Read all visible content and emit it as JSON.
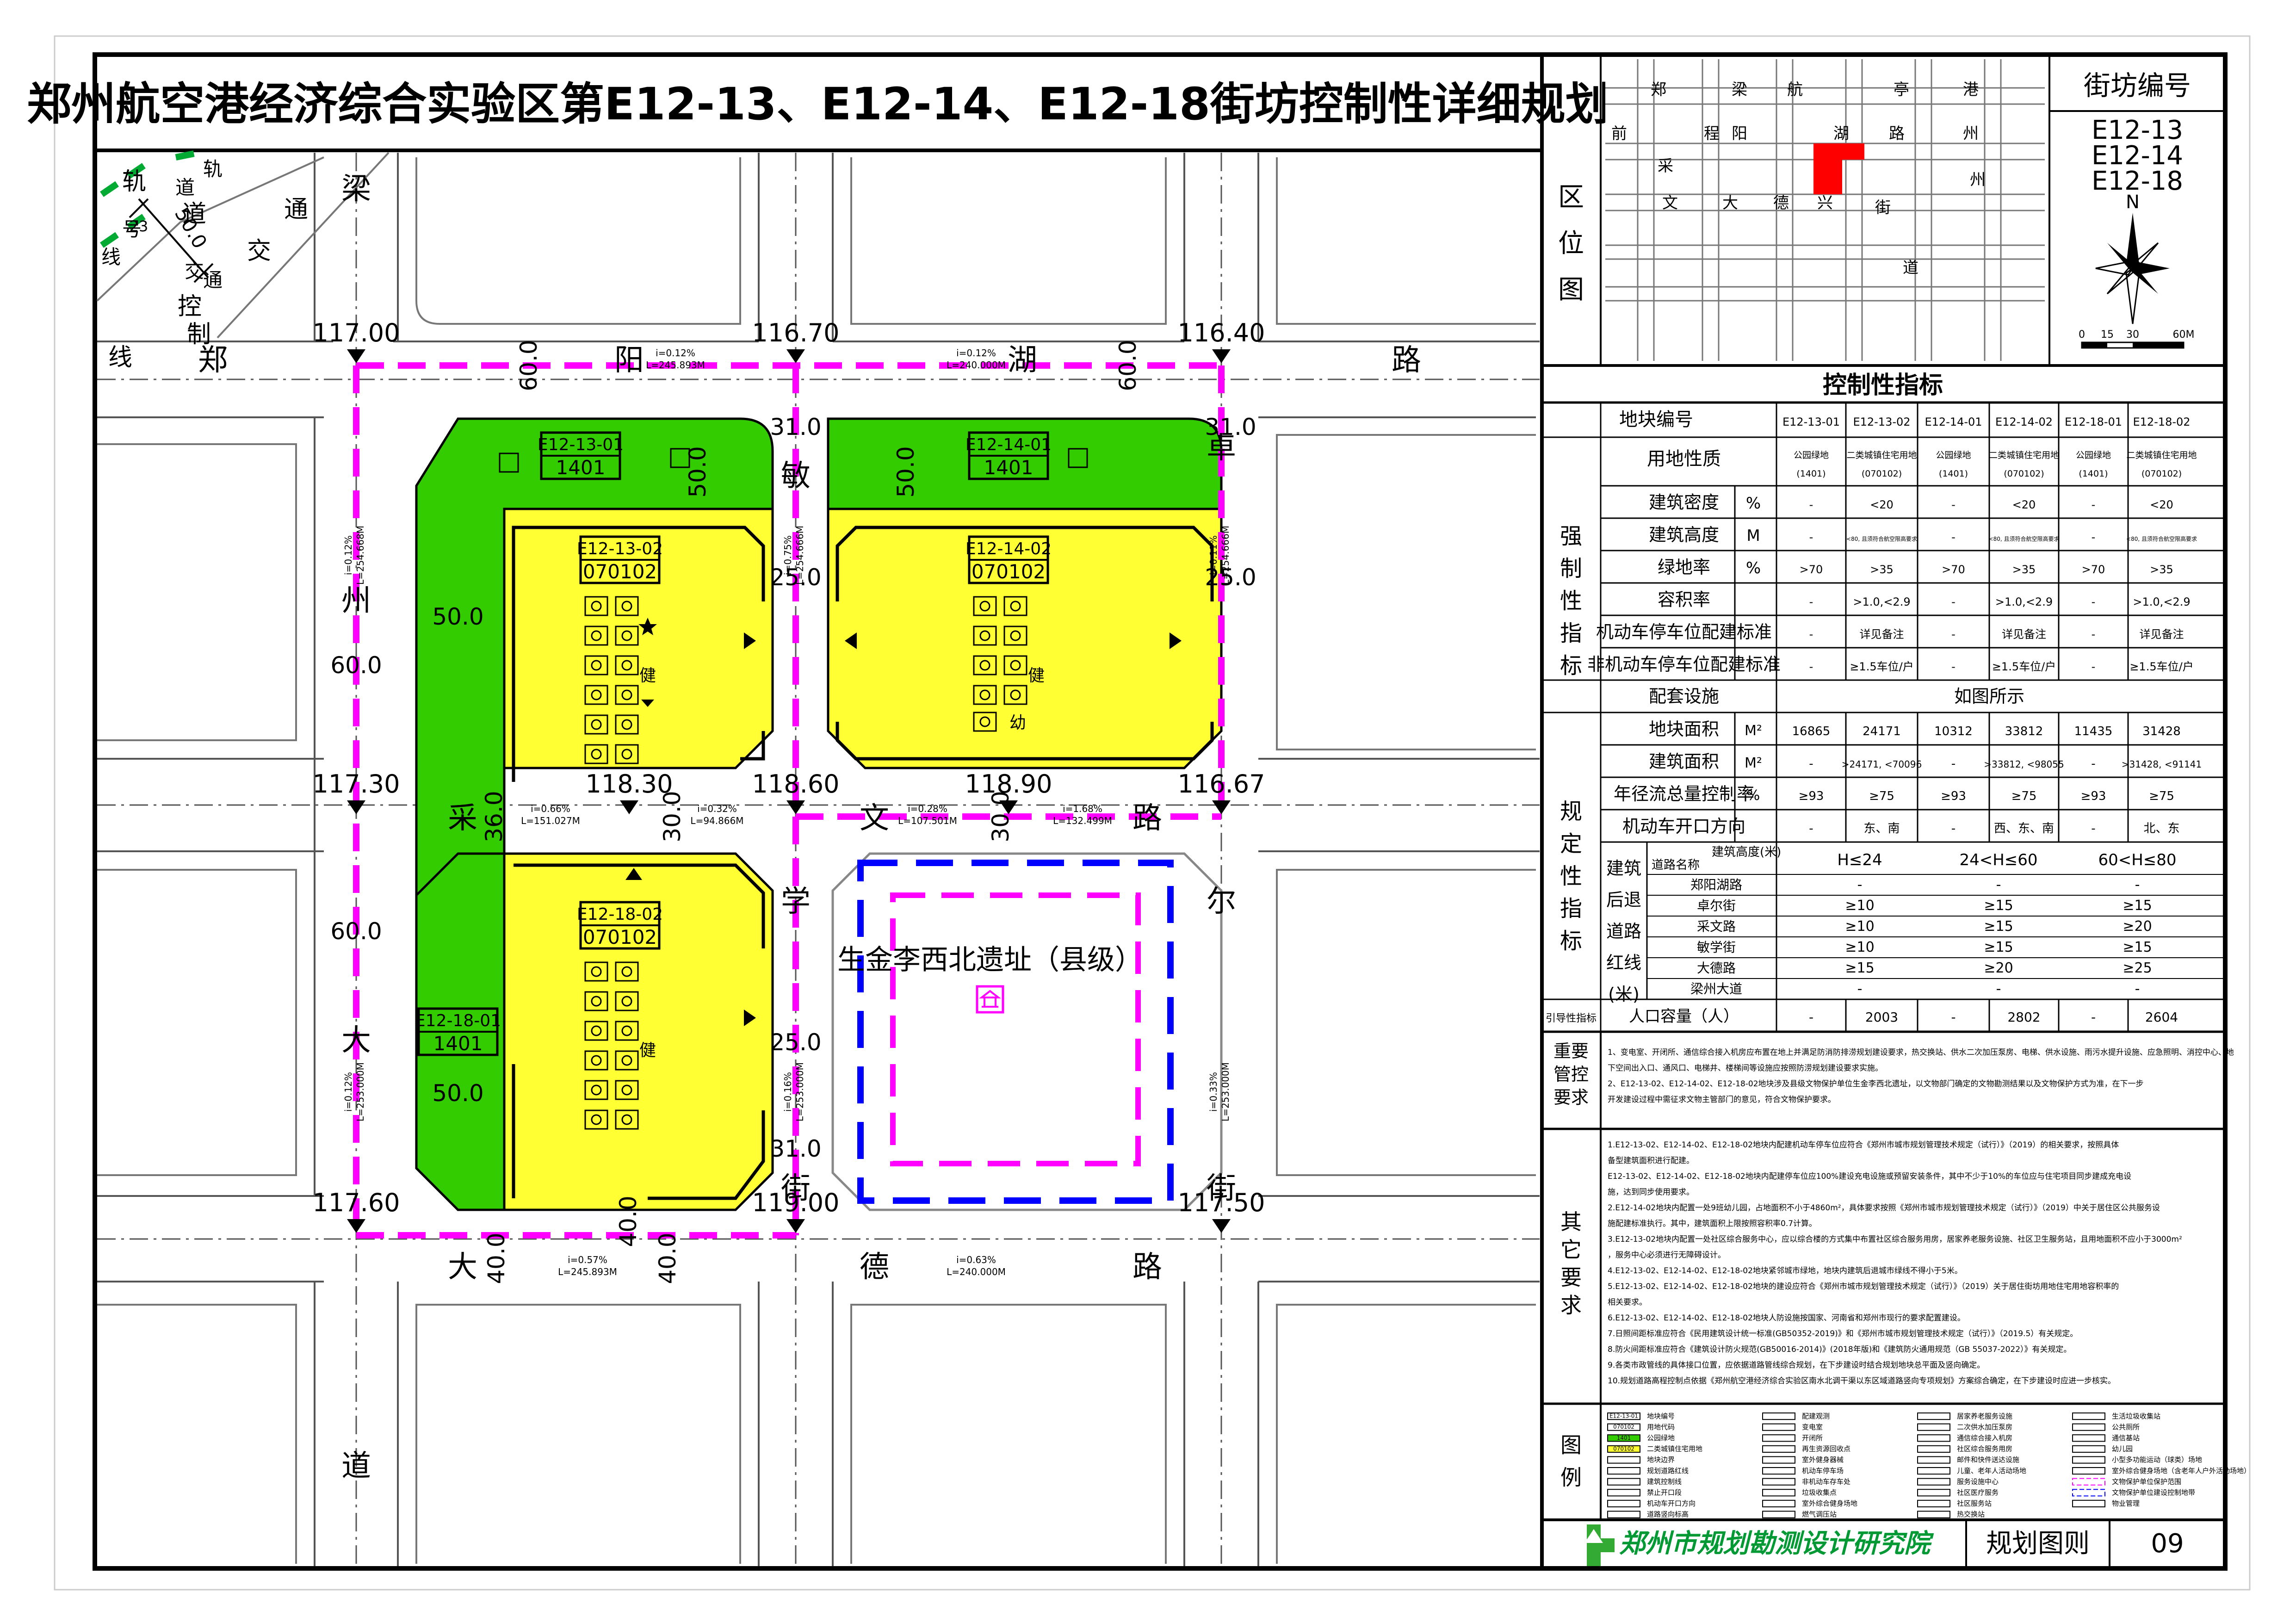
{
  "title": "郑州航空港经济综合实验区第E12-13、E12-14、E12-18街坊控制性详细规划",
  "colors": {
    "park": "#33cc00",
    "residential": "#ffff33",
    "road_red": "#ff00ff",
    "heritage_blue": "#0000ff",
    "block_red": "#ff0000",
    "frame": "#000000"
  },
  "road_names": {
    "yanghu": [
      "阳",
      "湖",
      "路"
    ],
    "caiwen": [
      "采",
      "文",
      "路"
    ],
    "dade": [
      "大",
      "德",
      "路"
    ],
    "zhouda": [
      "州",
      "大",
      "道"
    ],
    "liangzhou": [
      "梁"
    ],
    "yuer": [
      "卓",
      "尔",
      "街"
    ],
    "minxue": [
      "敏",
      "学",
      "街"
    ],
    "zhengmin": [
      "郑"
    ],
    "rail": [
      "轨",
      "道",
      "交",
      "通",
      "控",
      "制",
      "线"
    ],
    "rail_small": [
      "轨",
      "道",
      "交",
      "通",
      "号",
      "线"
    ]
  },
  "rail_dims": [
    "23",
    "50.0"
  ],
  "elevations": [
    "117.00",
    "116.70",
    "116.40",
    "117.30",
    "118.30",
    "118.60",
    "118.90",
    "116.67",
    "117.60",
    "119.00",
    "117.50"
  ],
  "setbacks": [
    "60.0",
    "60.0",
    "31.0",
    "31.0",
    "50.0",
    "50.0",
    "25.0",
    "25.0",
    "50.0",
    "60.0",
    "60.0",
    "36.0",
    "30.0",
    "30.0",
    "25.0",
    "31.0",
    "50.0",
    "40.0",
    "40.0",
    "40.0"
  ],
  "slopes": [
    {
      "i": "i=0.12%",
      "L": "L=245.893M"
    },
    {
      "i": "i=0.12%",
      "L": "L=240.000M"
    },
    {
      "i": "i=0.66%",
      "L": "L=151.027M"
    },
    {
      "i": "i=0.32%",
      "L": "L=94.866M"
    },
    {
      "i": "i=0.28%",
      "L": "L=107.501M"
    },
    {
      "i": "i=1.68%",
      "L": "L=132.499M"
    },
    {
      "i": "i=0.57%",
      "L": "L=245.893M"
    },
    {
      "i": "i=0.63%",
      "L": "L=240.000M"
    },
    {
      "i": "i=0.12%",
      "L": "L=254.668M"
    },
    {
      "i": "i=0.75%",
      "L": "L=254.666M"
    },
    {
      "i": "i=0.11%",
      "L": "L=254.666M"
    },
    {
      "i": "i=0.12%",
      "L": "L=253.000M"
    },
    {
      "i": "i=0.16%",
      "L": "L=253.000M"
    },
    {
      "i": "i=0.33%",
      "L": "L=253.000M"
    }
  ],
  "parcels": [
    {
      "id": "E12-13-01",
      "code": "1401"
    },
    {
      "id": "E12-13-02",
      "code": "070102"
    },
    {
      "id": "E12-14-01",
      "code": "1401"
    },
    {
      "id": "E12-14-02",
      "code": "070102"
    },
    {
      "id": "E12-18-01",
      "code": "1401"
    },
    {
      "id": "E12-18-02",
      "code": "070102"
    }
  ],
  "facility_text": [
    "健",
    "健",
    "健",
    "幼"
  ],
  "facility_icons": [
    "parking-icon",
    "store-icon",
    "cycle-icon",
    "star-icon",
    "triangle-down-icon",
    "triangle-right-icon",
    "kindergarten-icon"
  ],
  "heritage": {
    "name": "生金李西北遗址（县级）"
  },
  "location": {
    "section": [
      "区",
      "位",
      "图"
    ],
    "label": "街坊编号",
    "codes": [
      "E12-13",
      "E12-14",
      "E12-18"
    ],
    "map_chars": [
      "郑",
      "梁",
      "航",
      "亭",
      "港",
      "前",
      "程",
      "阳",
      "湖",
      "路",
      "州",
      "采",
      "文",
      "大",
      "德",
      "兴",
      "街",
      "道",
      "州"
    ],
    "north": "N",
    "scale": [
      "0",
      "15",
      "30",
      "60M"
    ]
  },
  "indicator_table": {
    "heading": "控制性指标",
    "col_head": "地块编号",
    "columns": [
      "E12-13-01",
      "E12-13-02",
      "E12-14-01",
      "E12-14-02",
      "E12-18-01",
      "E12-18-02"
    ],
    "sections": {
      "mandatory": [
        "强",
        "制",
        "性",
        "指",
        "标"
      ],
      "normative": [
        "规",
        "定",
        "性",
        "指",
        "标"
      ]
    },
    "land_use": {
      "label": "用地性质",
      "values": [
        "公园绿地",
        "二类城镇住宅用地",
        "公园绿地",
        "二类城镇住宅用地",
        "公园绿地",
        "二类城镇住宅用地"
      ],
      "codes": [
        "(1401)",
        "(070102)",
        "(1401)",
        "(070102)",
        "(1401)",
        "(070102)"
      ]
    },
    "rows": [
      {
        "label": "建筑密度",
        "unit": "%",
        "values": [
          "-",
          "<20",
          "-",
          "<20",
          "-",
          "<20"
        ]
      },
      {
        "label": "建筑高度",
        "unit": "M",
        "values": [
          "-",
          "<80, 且须符合航空限高要求",
          "-",
          "<80, 且须符合航空限高要求",
          "-",
          "<80, 且须符合航空限高要求"
        ]
      },
      {
        "label": "绿地率",
        "unit": "%",
        "values": [
          ">70",
          ">35",
          ">70",
          ">35",
          ">70",
          ">35"
        ]
      },
      {
        "label": "容积率",
        "unit": "",
        "values": [
          "-",
          ">1.0,<2.9",
          "-",
          ">1.0,<2.9",
          "-",
          ">1.0,<2.9"
        ]
      },
      {
        "label": "机动车停车位配建标准",
        "unit": "",
        "values": [
          "-",
          "详见备注",
          "-",
          "详见备注",
          "-",
          "详见备注"
        ]
      },
      {
        "label": "非机动车停车位配建标准",
        "unit": "",
        "values": [
          "-",
          "≥1.5车位/户",
          "-",
          "≥1.5车位/户",
          "-",
          "≥1.5车位/户"
        ]
      }
    ],
    "facilities": {
      "label": "配套设施",
      "value": "如图所示"
    },
    "rows2": [
      {
        "label": "地块面积",
        "unit": "M²",
        "values": [
          "16865",
          "24171",
          "10312",
          "33812",
          "11435",
          "31428"
        ]
      },
      {
        "label": "建筑面积",
        "unit": "M²",
        "values": [
          "-",
          ">24171, <70096",
          "-",
          ">33812, <98055",
          "-",
          ">31428, <91141"
        ]
      },
      {
        "label": "年径流总量控制率",
        "unit": "%",
        "values": [
          "≥93",
          "≥75",
          "≥93",
          "≥75",
          "≥93",
          "≥75"
        ]
      },
      {
        "label": "机动车开口方向",
        "unit": "",
        "values": [
          "-",
          "东、南",
          "-",
          "西、东、南",
          "-",
          "北、东"
        ]
      }
    ],
    "setback": {
      "label": [
        "建筑",
        "后退",
        "道路",
        "红线",
        "(米)"
      ],
      "h_head": "建筑高度(米)",
      "road_head": "道路名称",
      "heights": [
        "H≤24",
        "24<H≤60",
        "60<H≤80"
      ],
      "roads": [
        {
          "name": "郑阳湖路",
          "v": [
            "-",
            "-",
            "-"
          ]
        },
        {
          "name": "卓尔街",
          "v": [
            "≥10",
            "≥15",
            "≥15"
          ]
        },
        {
          "name": "采文路",
          "v": [
            "≥10",
            "≥15",
            "≥20"
          ]
        },
        {
          "name": "敏学街",
          "v": [
            "≥10",
            "≥15",
            "≥15"
          ]
        },
        {
          "name": "大德路",
          "v": [
            "≥15",
            "≥20",
            "≥25"
          ]
        },
        {
          "name": "梁州大道",
          "v": [
            "-",
            "-",
            "-"
          ]
        }
      ]
    },
    "population": {
      "section": "引导性指标",
      "label": "人口容量（人）",
      "values": [
        "-",
        "2003",
        "-",
        "2802",
        "-",
        "2604"
      ]
    }
  },
  "key_control": {
    "label": [
      "重要",
      "管控",
      "要求"
    ],
    "lines": [
      "1、变电室、开闭所、通信综合接入机房应布置在地上并满足防消防排涝规划建设要求，热交换站、供水二次加压泵房、电梯、供水设施、雨污水提升设施、应急照明、消控中心、地下空间出入口、通风口、电梯井、楼梯间等设施应按照防涝规划建设要求实施。",
      "2、E12-13-02、E12-14-02、E12-18-02地块涉及县级文物保护单位生金李西北遗址，以文物部门确定的文物勘测结果以及文物保护方式为准，在下一步开发建设过程中需征求文物主管部门的意见，符合文物保护要求。"
    ]
  },
  "other_req": {
    "label": [
      "其",
      "它",
      "要",
      "求"
    ],
    "lines": [
      "1.E12-13-02、E12-14-02、E12-18-02地块内配建机动车停车位应符合《郑州市城市规划管理技术规定（试行）》（2019）的相关要求，按照具体备型建筑面积进行配建。",
      "E12-13-02、E12-14-02、E12-18-02地块内配建停车位应100%建设充电设施或预留安装条件，其中不少于10%的车位应与住宅项目同步建成充电设施，达到同步使用要求。",
      "2.E12-14-02地块内配置一处9班幼儿园，占地面积不小于4860m²，具体要求按照《郑州市城市规划管理技术规定（试行）》（2019）中关于居住区公共服务设施配建标准执行。其中，建筑面积上限按照容积率0.7计算。",
      "3.E12-13-02地块内配置一处社区综合服务中心，应以综合楼的方式集中布置社区综合服务用房，居家养老服务设施、社区卫生服务站，且用地面积不应小于3000m²，服务中心必须进行无障碍设计。",
      "4.E12-13-02、E12-14-02、E12-18-02地块紧邻城市绿地，地块内建筑后退城市绿线不得小于5米。",
      "5.E12-13-02、E12-14-02、E12-18-02地块的建设应符合《郑州市城市规划管理技术规定（试行）》（2019）关于居住街坊用地住宅用地容积率的相关要求。",
      "6.E12-13-02、E12-14-02、E12-18-02地块人防设施按国家、河南省和郑州市现行的要求配置建设。",
      "7.日照间距标准应符合《民用建筑设计统一标准(GB50352-2019)》和《郑州市城市规划管理技术规定（试行）》（2019.5）有关规定。",
      "8.防火间距标准应符合《建筑设计防火规范(GB50016-2014)》(2018年版)和《建筑防火通用规范（GB 55037-2022）》有关规定。",
      "9.各类市政管线的具体接口位置，应依据道路管线综合规划，在下步建设时结合规划地块总平面及竖向确定。",
      "10.规划道路高程控制点依据《郑州航空港经济综合实验区南水北调干渠以东区域道路竖向专项规划》方案综合确定，在下步建设时应进一步核实。"
    ]
  },
  "legend": {
    "label": [
      "图",
      "例"
    ],
    "items": [
      [
        "E12-13-01",
        "地块编号"
      ],
      [
        "070102",
        "用地代码"
      ],
      [
        "1401",
        "公园绿地"
      ],
      [
        "070102",
        "二类城镇住宅用地"
      ],
      [
        "",
        "地块边界"
      ],
      [
        "",
        "规划道路红线"
      ],
      [
        "",
        "建筑控制线"
      ],
      [
        "",
        "禁止开口段"
      ],
      [
        "",
        "机动车开口方向"
      ],
      [
        "",
        "道路竖向标高"
      ],
      [
        "",
        "配建观测"
      ],
      [
        "",
        "变电室"
      ],
      [
        "",
        "开闭所"
      ],
      [
        "",
        "再生资源回收点"
      ],
      [
        "",
        "室外健身器械"
      ],
      [
        "",
        "机动车停车场"
      ],
      [
        "",
        "非机动车存车处"
      ],
      [
        "",
        "垃圾收集点"
      ],
      [
        "",
        "室外综合健身场地"
      ],
      [
        "",
        "燃气调压站"
      ],
      [
        "",
        "居家养老服务设施"
      ],
      [
        "",
        "二次供水加压泵房"
      ],
      [
        "",
        "通信综合接入机房"
      ],
      [
        "",
        "社区综合服务用房"
      ],
      [
        "",
        "邮件和快件送达设施"
      ],
      [
        "",
        "儿童、老年人活动场地"
      ],
      [
        "",
        "服务设施中心"
      ],
      [
        "",
        "社区医疗服务"
      ],
      [
        "",
        "社区服务站"
      ],
      [
        "",
        "热交换站"
      ],
      [
        "",
        "生活垃圾收集站"
      ],
      [
        "",
        "公共厕所"
      ],
      [
        "",
        "通信基站"
      ],
      [
        "",
        "幼儿园"
      ],
      [
        "",
        "小型多功能运动（球类）场地"
      ],
      [
        "",
        "室外综合健身场地（含老年人户外活动场地）"
      ],
      [
        "",
        "文物保护单位保护范围"
      ],
      [
        "",
        "文物保护单位建设控制地带"
      ],
      [
        "",
        "物业管理"
      ]
    ]
  },
  "footer": {
    "institute": "郑州市规划勘测设计研究院",
    "title_block": "规划图则",
    "sheet_no": "09"
  }
}
